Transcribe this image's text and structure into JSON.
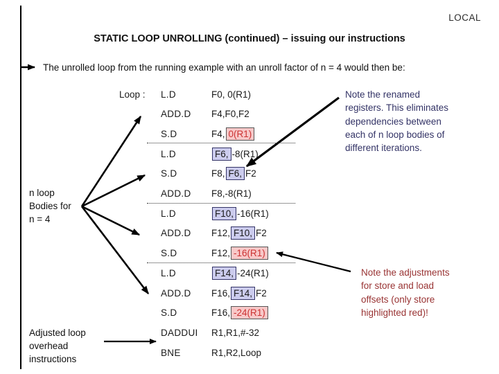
{
  "header": {
    "corner_label": "LOCAL",
    "title": "STATIC LOOP UNROLLING (continued) – issuing our instructions"
  },
  "intro": "The unrolled loop from the running example with an unroll factor of n = 4 would then be:",
  "loop_label": "Loop :",
  "instructions": [
    {
      "opcode": "L.D",
      "operands": [
        {
          "t": "F0, 0(R1)"
        }
      ]
    },
    {
      "opcode": "ADD.D",
      "operands": [
        {
          "t": "F4,F0,F2"
        }
      ]
    },
    {
      "opcode": "S.D",
      "operands": [
        {
          "t": "F4,"
        },
        {
          "t": "0(R1)",
          "hl": "red"
        }
      ],
      "divider_after": true
    },
    {
      "opcode": "L.D",
      "operands": [
        {
          "t": "F6,",
          "hl": "blue"
        },
        {
          "t": "-8(R1)"
        }
      ]
    },
    {
      "opcode": "S.D",
      "operands": [
        {
          "t": "F8,"
        },
        {
          "t": "F6,",
          "hl": "blue"
        },
        {
          "t": "F2"
        }
      ]
    },
    {
      "opcode": "ADD.D",
      "operands": [
        {
          "t": "F8,-8(R1)"
        }
      ],
      "divider_after": true
    },
    {
      "opcode": "L.D",
      "operands": [
        {
          "t": "F10,",
          "hl": "blue"
        },
        {
          "t": "-16(R1)"
        }
      ]
    },
    {
      "opcode": "ADD.D",
      "operands": [
        {
          "t": "F12,"
        },
        {
          "t": "F10,",
          "hl": "blue"
        },
        {
          "t": "F2"
        }
      ]
    },
    {
      "opcode": "S.D",
      "operands": [
        {
          "t": "F12,"
        },
        {
          "t": "-16(R1)",
          "hl": "red"
        }
      ],
      "divider_after": true
    },
    {
      "opcode": "L.D",
      "operands": [
        {
          "t": "F14,",
          "hl": "blue"
        },
        {
          "t": "-24(R1)"
        }
      ]
    },
    {
      "opcode": "ADD.D",
      "operands": [
        {
          "t": "F16,"
        },
        {
          "t": "F14,",
          "hl": "blue"
        },
        {
          "t": "F2"
        }
      ]
    },
    {
      "opcode": "S.D",
      "operands": [
        {
          "t": "F16,"
        },
        {
          "t": "-24(R1)",
          "hl": "red"
        }
      ]
    },
    {
      "opcode": "DADDUI",
      "operands": [
        {
          "t": "R1,R1,#-32"
        }
      ]
    },
    {
      "opcode": "BNE",
      "operands": [
        {
          "t": "R1,R2,Loop"
        }
      ]
    }
  ],
  "labels": {
    "n_loop_lines": [
      "n loop",
      "Bodies for",
      "n = 4"
    ],
    "overhead_lines": [
      "Adjusted loop",
      "overhead",
      "instructions"
    ]
  },
  "notes": {
    "renamed_lines": [
      "Note the renamed",
      "registers. This eliminates",
      "dependencies between",
      "each of n loop bodies of",
      "different iterations."
    ],
    "adjustments_lines": [
      "Note the adjustments",
      "for store and load",
      "offsets (only store",
      "highlighted red)!"
    ]
  },
  "colors": {
    "note_blue": "#333366",
    "note_red": "#993333",
    "highlight_red_bg": "#F8C8C8",
    "highlight_red_text": "#CC3333",
    "highlight_blue_bg": "#CCCCEE",
    "highlight_blue_border": "#333366"
  }
}
